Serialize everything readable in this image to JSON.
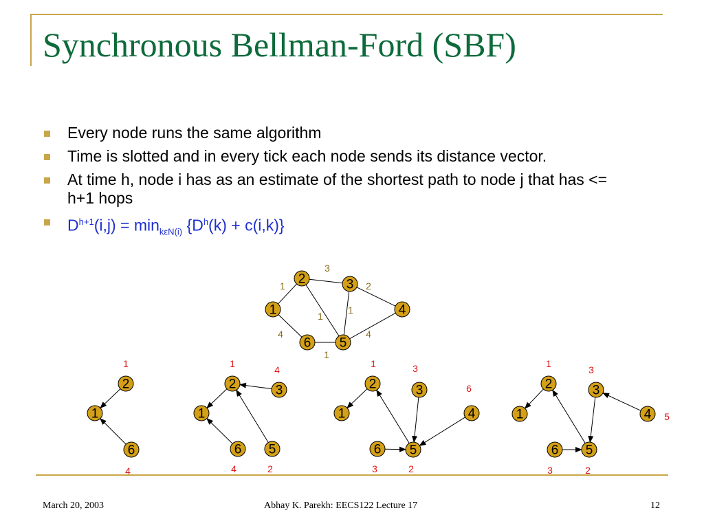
{
  "title": "Synchronous Bellman-Ford (SBF)",
  "bullets": [
    "Every node runs the same algorithm",
    "Time is slotted and in every tick each node sends its distance vector.",
    "At time h, node i has as an estimate of the shortest path to node j that has <= h+1 hops"
  ],
  "formula": {
    "a": "D",
    "a_sup": "h+1",
    "b": "(i,j) = min",
    "b_sub": "kεN(i)",
    "c": " {D",
    "c_sup": "h",
    "d": "(k) + c(i,k)}"
  },
  "colors": {
    "title": "#0d6a3a",
    "accent": "#c9a64a",
    "node_fill": "#d4a017",
    "edge_weight": "#8a6d1c",
    "distance": "#e01414",
    "formula": "#1f2fd0"
  },
  "graph": {
    "nodes": [
      "1",
      "2",
      "3",
      "4",
      "5",
      "6"
    ],
    "edges": [
      {
        "from": "1",
        "to": "2",
        "weight": "1"
      },
      {
        "from": "2",
        "to": "3",
        "weight": "3"
      },
      {
        "from": "3",
        "to": "4",
        "weight": "2"
      },
      {
        "from": "2",
        "to": "5",
        "weight": "1"
      },
      {
        "from": "3",
        "to": "5",
        "weight": "1"
      },
      {
        "from": "4",
        "to": "5",
        "weight": "4"
      },
      {
        "from": "1",
        "to": "6",
        "weight": "4"
      },
      {
        "from": "6",
        "to": "5",
        "weight": "1"
      }
    ]
  },
  "trees": [
    {
      "nodes": [
        "1",
        "2",
        "6"
      ],
      "arrows": [
        [
          "2",
          "1"
        ],
        [
          "6",
          "1"
        ]
      ],
      "distances": {
        "2": "1",
        "6": "4"
      }
    },
    {
      "nodes": [
        "1",
        "2",
        "3",
        "6",
        "5"
      ],
      "arrows": [
        [
          "2",
          "1"
        ],
        [
          "6",
          "1"
        ],
        [
          "3",
          "2"
        ],
        [
          "5",
          "2"
        ]
      ],
      "distances": {
        "2": "1",
        "3": "4",
        "6": "4",
        "5": "2"
      }
    },
    {
      "nodes": [
        "1",
        "2",
        "3",
        "4",
        "6",
        "5"
      ],
      "arrows": [
        [
          "2",
          "1"
        ],
        [
          "5",
          "2"
        ],
        [
          "3",
          "5"
        ],
        [
          "4",
          "5"
        ],
        [
          "6",
          "5"
        ]
      ],
      "distances": {
        "2": "1",
        "3": "3",
        "4": "6",
        "6": "3",
        "5": "2"
      }
    },
    {
      "nodes": [
        "1",
        "2",
        "3",
        "4",
        "6",
        "5"
      ],
      "arrows": [
        [
          "2",
          "1"
        ],
        [
          "5",
          "2"
        ],
        [
          "3",
          "5"
        ],
        [
          "4",
          "3"
        ],
        [
          "6",
          "5"
        ]
      ],
      "distances": {
        "2": "1",
        "3": "3",
        "4": "5",
        "6": "3",
        "5": "2"
      }
    }
  ],
  "footer": {
    "date": "March 20, 2003",
    "center": "Abhay K. Parekh: EECS122 Lecture 17",
    "page": "12"
  }
}
